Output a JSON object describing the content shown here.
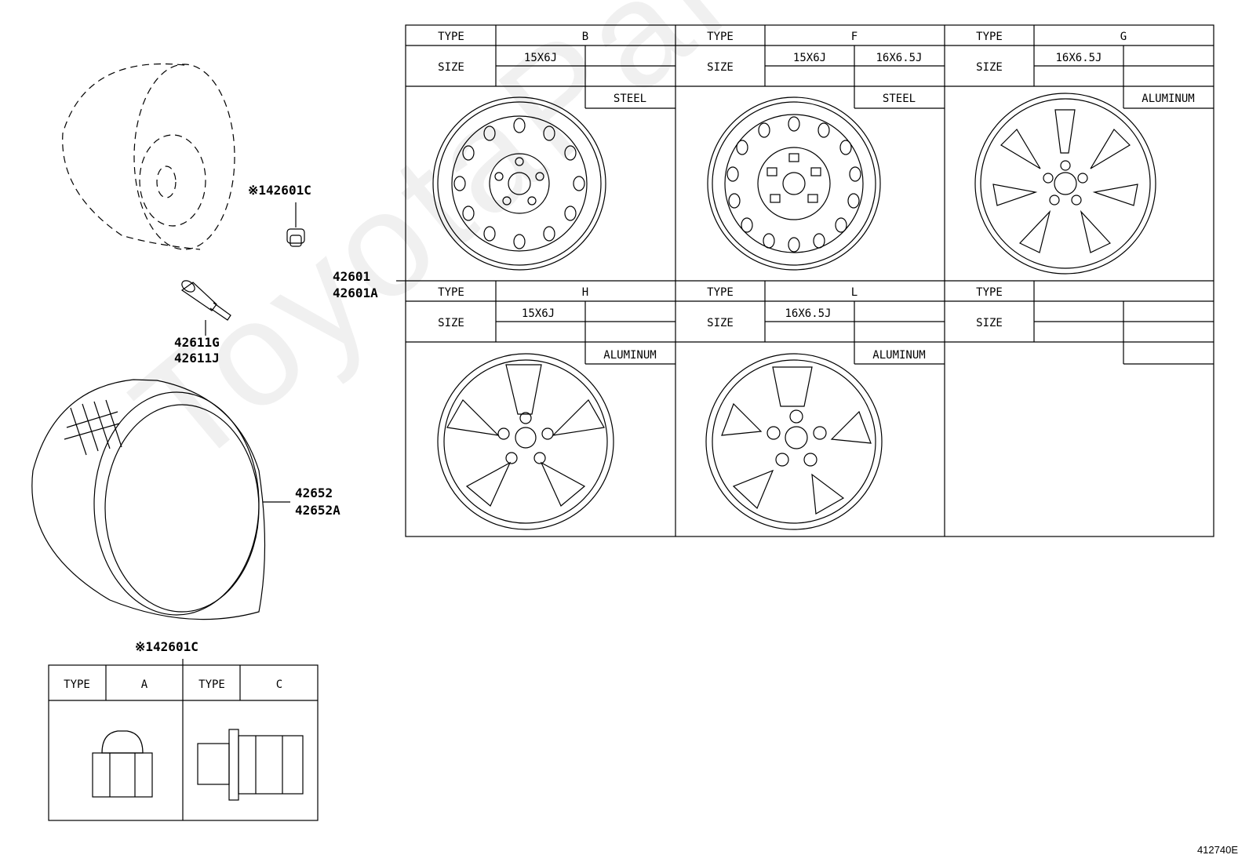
{
  "watermark": "ToyotaPartsDeal",
  "part_labels": {
    "nut_top": "※142601C",
    "valve_1": "42611G",
    "valve_2": "42611J",
    "wheel_1": "42601",
    "wheel_2": "42601A",
    "tire_1": "42652",
    "tire_2": "42652A",
    "nut_bottom": "※142601C"
  },
  "wheel_table": {
    "type_label": "TYPE",
    "size_label": "SIZE",
    "cells": [
      {
        "type": "B",
        "sizes": [
          "15X6J",
          ""
        ],
        "material": "STEEL"
      },
      {
        "type": "F",
        "sizes": [
          "15X6J",
          "16X6.5J"
        ],
        "material": "STEEL"
      },
      {
        "type": "G",
        "sizes": [
          "16X6.5J",
          ""
        ],
        "material": "ALUMINUM"
      },
      {
        "type": "H",
        "sizes": [
          "15X6J",
          ""
        ],
        "material": "ALUMINUM"
      },
      {
        "type": "L",
        "sizes": [
          "16X6.5J",
          ""
        ],
        "material": "ALUMINUM"
      },
      {
        "type": "",
        "sizes": [
          "",
          ""
        ],
        "material": ""
      }
    ]
  },
  "nut_table": {
    "type_label": "TYPE",
    "types": [
      "A",
      "C"
    ]
  },
  "reference_id": "412740E"
}
